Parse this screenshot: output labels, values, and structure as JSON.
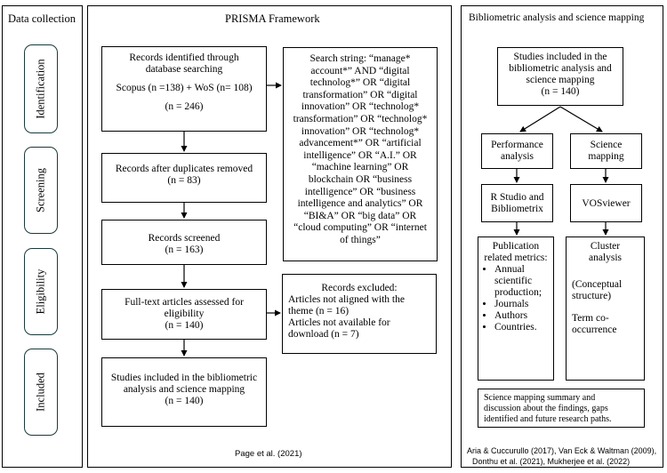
{
  "left_panel": {
    "title": "Data collection",
    "stages": [
      "Identification",
      "Screening",
      "Eligibility",
      "Included"
    ]
  },
  "prisma": {
    "title": "PRISMA Framework",
    "box_identified": [
      "Records identified through",
      "database searching",
      "Scopus (n =138) + WoS (n= 108)",
      "(n = 246)"
    ],
    "box_search": [
      "Search string: “manage*",
      "account*” AND “digital",
      "technolog*” OR “digital",
      "transformation” OR “digital",
      "innovation” OR “technolog*",
      "transformation” OR “technolog*",
      "innovation” OR “technolog*",
      "advancement*” OR “artificial",
      "intelligence” OR “A.I.” OR",
      "“machine learning” OR",
      "blockchain OR “business",
      "intelligence” OR “business",
      "intelligence and analytics” OR",
      "“BI&A” OR “big data” OR",
      "“cloud computing” OR “internet",
      "of things”"
    ],
    "box_duplicates": [
      "Records after duplicates removed",
      "(n = 83)"
    ],
    "box_screened": [
      "Records screened",
      "(n = 163)"
    ],
    "box_fulltext": [
      "Full-text articles assessed for",
      "eligibility",
      "(n = 140)"
    ],
    "box_excluded": {
      "title": "Records excluded:",
      "lines": [
        "Articles not aligned with the",
        "theme (n =  16)",
        "Articles not available for",
        "download (n = 7)"
      ]
    },
    "box_included": [
      "Studies included in the bibliometric",
      "analysis and science mapping",
      "(n = 140)"
    ],
    "citation": "Page et al. (2021)"
  },
  "biblio": {
    "title": "Bibliometric analysis and science mapping",
    "box_top": [
      "Studies included in the",
      "bibliometric analysis and",
      "science mapping",
      "(n = 140)"
    ],
    "box_performance": [
      "Performance",
      "analysis"
    ],
    "box_science": [
      "Science",
      "mapping"
    ],
    "box_rstudio": [
      "R Studio and",
      "Bibliometrix"
    ],
    "box_vos": [
      "VOSviewer"
    ],
    "box_pub": {
      "title": [
        "Publication",
        "related metrics:"
      ],
      "items": [
        "Annual scientific production;",
        "Journals",
        "Authors",
        "Countries."
      ]
    },
    "box_cluster": {
      "title": [
        "Cluster",
        "analysis"
      ],
      "lines": [
        "(Conceptual",
        "structure)",
        "Term co-",
        "occurrence"
      ]
    },
    "box_summary": [
      "Science mapping summary and",
      "discussion about the findings, gaps",
      "identified and future research paths."
    ],
    "citations": [
      "Aria & Cuccurullo (2017), Van Eck & Waltman (2009),",
      "Donthu et al. (2021), Mukherjee et al. (2022)"
    ]
  }
}
